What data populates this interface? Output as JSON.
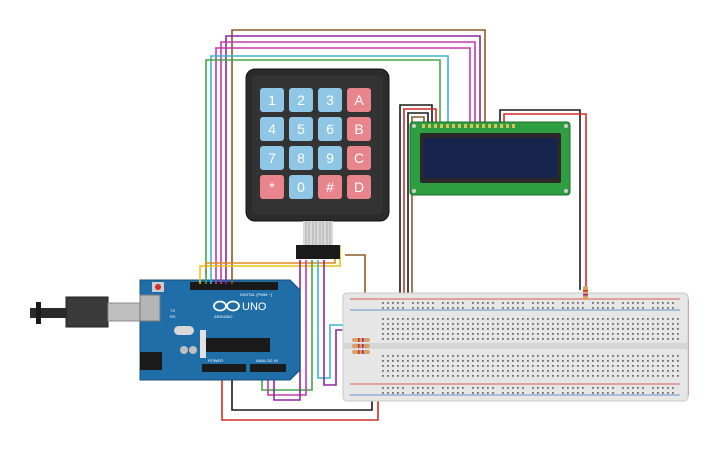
{
  "keypad": {
    "keys": [
      {
        "label": "1",
        "kind": "num"
      },
      {
        "label": "2",
        "kind": "num"
      },
      {
        "label": "3",
        "kind": "num"
      },
      {
        "label": "A",
        "kind": "letter"
      },
      {
        "label": "4",
        "kind": "num"
      },
      {
        "label": "5",
        "kind": "num"
      },
      {
        "label": "6",
        "kind": "num"
      },
      {
        "label": "B",
        "kind": "letter"
      },
      {
        "label": "7",
        "kind": "num"
      },
      {
        "label": "8",
        "kind": "num"
      },
      {
        "label": "9",
        "kind": "num"
      },
      {
        "label": "C",
        "kind": "letter"
      },
      {
        "label": "*",
        "kind": "letter"
      },
      {
        "label": "0",
        "kind": "num"
      },
      {
        "label": "#",
        "kind": "letter"
      },
      {
        "label": "D",
        "kind": "letter"
      }
    ],
    "colors": {
      "num": "#8fc6e6",
      "letter": "#e8848c",
      "body": "#2b2b2b"
    }
  },
  "arduino": {
    "model": "UNO",
    "brand": "ARDUINO",
    "digital_label": "DIGITAL (PWM ~)",
    "power_label": "POWER",
    "analog_label": "ANALOG IN",
    "tx_label": "TX",
    "rx_label": "RX",
    "board_color": "#1f6ea8"
  },
  "lcd": {
    "board_color": "#2f9e41",
    "screen_color": "#17244d"
  },
  "wire_colors": {
    "red": "#d42b2b",
    "black": "#1a1a1a",
    "purple": "#8a2a9c",
    "magenta": "#c23aa8",
    "cyan": "#3cb6c9",
    "green": "#47a54a",
    "brown": "#8b5a2b",
    "orange": "#e08a1e",
    "yellow": "#e6c21a"
  }
}
